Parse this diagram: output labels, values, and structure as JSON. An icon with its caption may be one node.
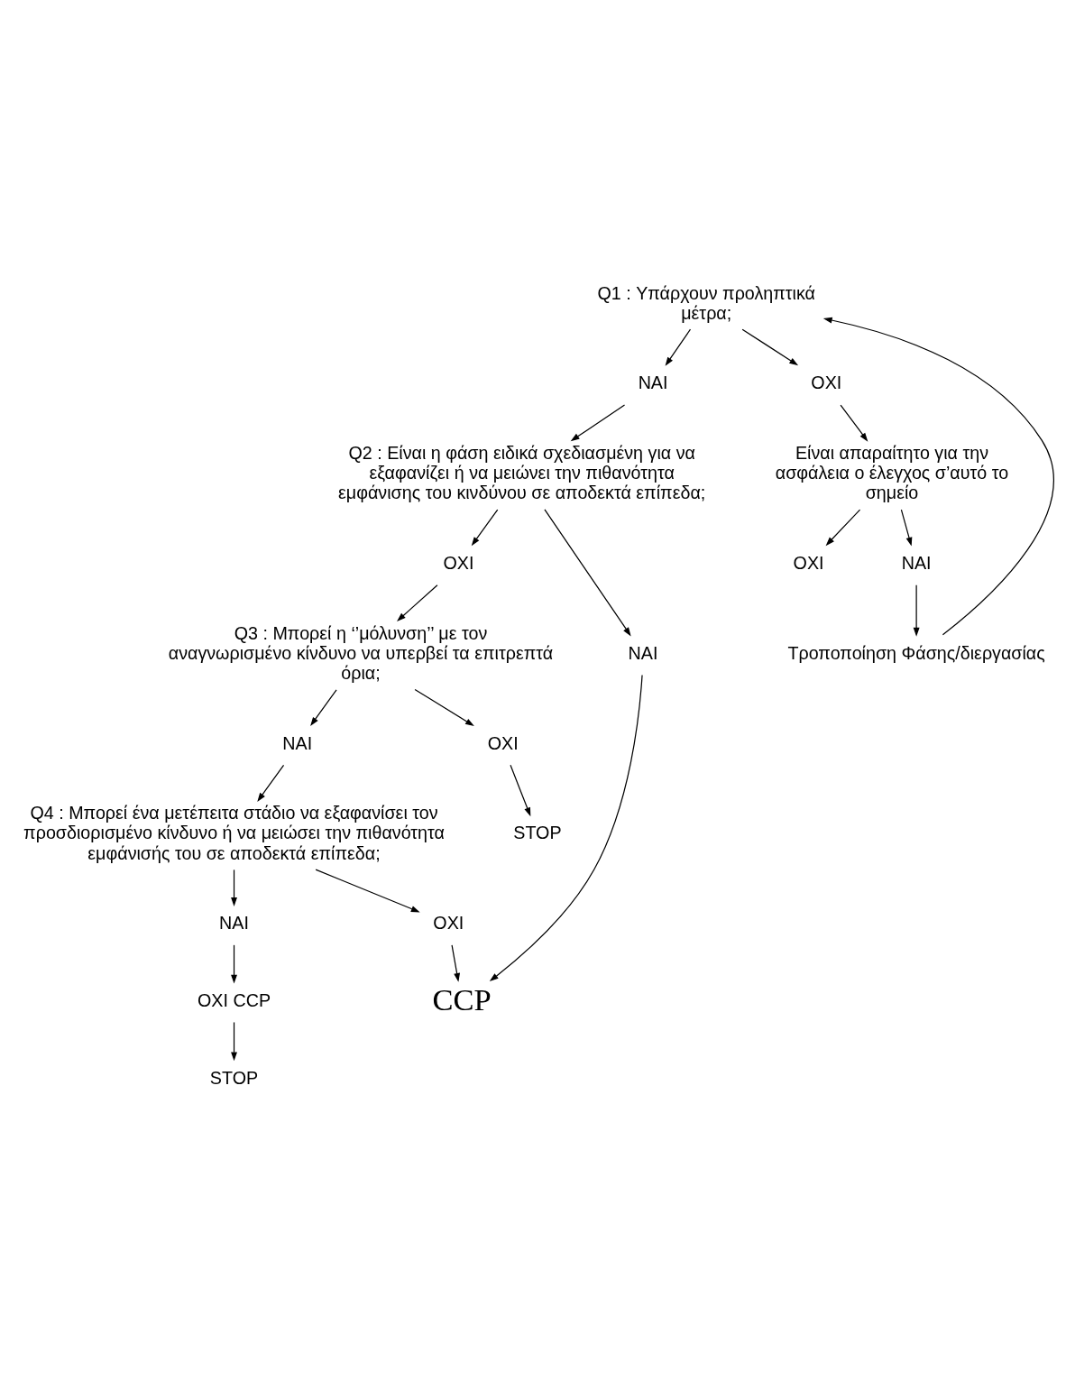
{
  "diagram": {
    "nodes": [
      {
        "text": [
          "Q1 : Υπάρχουν προληπτικά μέτρα;"
        ]
      },
      {
        "text": [
          "ΝΑΙ"
        ]
      },
      {
        "text": [
          "ΟΧΙ"
        ]
      },
      {
        "text": [
          "Τροποποίηση Φάσης/διεργασίας"
        ]
      },
      {
        "text": [
          "Είναι απαραίτητο για την ασφάλεια ο έλεγχος σ’αυτό το σημείο"
        ]
      },
      {
        "text": [
          "ΟΧΙ"
        ]
      },
      {
        "text": [
          "ΝΑΙ"
        ]
      },
      {
        "text": [
          "Q2 : Είναι η φάση ειδικά σχεδιασμένη για να εξαφανίζει ή να μειώνει την πιθανότητα εμφάνισης του κινδύνου σε αποδεκτά επίπεδα;"
        ]
      },
      {
        "text": [
          "ΟΧΙ"
        ]
      },
      {
        "text": [
          "ΝΑΙ"
        ]
      },
      {
        "text": [
          "Q3 : Μπορεί η ‘’μόλυνση’’ με τον αναγνωρισμένο κίνδυνο να υπερβεί τα επιτρεπτά όρια;"
        ]
      },
      {
        "text": [
          "ΝΑΙ"
        ]
      },
      {
        "text": [
          "ΟΧΙ"
        ]
      },
      {
        "text": [
          "STOP"
        ]
      },
      {
        "text": [
          "Q4 : Μπορεί ένα μετέπειτα στάδιο να εξαφανίσει τον προσδιορισμένο κίνδυνο ή να μειώσει την πιθανότητα εμφάνισής του σε αποδεκτά επίπεδα;"
        ]
      },
      {
        "text": [
          "ΝΑΙ"
        ]
      },
      {
        "text": [
          "ΟΧΙ"
        ]
      },
      {
        "text": [
          "CCP"
        ]
      },
      {
        "text": [
          "ΟΧΙ CCP"
        ]
      },
      {
        "text": [
          "STOP"
        ]
      }
    ],
    "edges": [
      {
        "from": 0,
        "to": 1,
        "arrow": "to"
      },
      {
        "from": 0,
        "to": 2,
        "arrow": "to"
      },
      {
        "from": 2,
        "to": 4,
        "arrow": "to"
      },
      {
        "from": 4,
        "to": 5,
        "arrow": "to"
      },
      {
        "from": 4,
        "to": 6,
        "arrow": "to"
      },
      {
        "from": 6,
        "to": 3,
        "arrow": "to"
      },
      {
        "from": 3,
        "to": 0,
        "arrow": "to"
      },
      {
        "from": 1,
        "to": 7,
        "arrow": "to"
      },
      {
        "from": 7,
        "to": 8,
        "arrow": "to"
      },
      {
        "from": 7,
        "to": 9,
        "arrow": "to"
      },
      {
        "from": 8,
        "to": 10,
        "arrow": "to"
      },
      {
        "from": 10,
        "to": 11,
        "arrow": "to"
      },
      {
        "from": 10,
        "to": 12,
        "arrow": "to"
      },
      {
        "from": 12,
        "to": 13,
        "arrow": "to"
      },
      {
        "from": 11,
        "to": 14,
        "arrow": "to"
      },
      {
        "from": 14,
        "to": 15,
        "arrow": "to"
      },
      {
        "from": 14,
        "to": 16,
        "arrow": "to"
      },
      {
        "from": 16,
        "to": 17,
        "arrow": "to"
      },
      {
        "from": 9,
        "to": 17,
        "arrow": "to"
      },
      {
        "from": 15,
        "to": 18,
        "arrow": "to"
      },
      {
        "from": 18,
        "to": 19,
        "arrow": "to"
      }
    ]
  }
}
